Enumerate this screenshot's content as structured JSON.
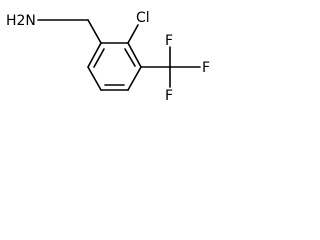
{
  "molecule": {
    "labels": {
      "amine": "H2N",
      "chloro": "Cl",
      "fluoro_top": "F",
      "fluoro_right": "F",
      "fluoro_bottom": "F"
    },
    "colors": {
      "ink": "#000000",
      "background": "#ffffff"
    }
  }
}
